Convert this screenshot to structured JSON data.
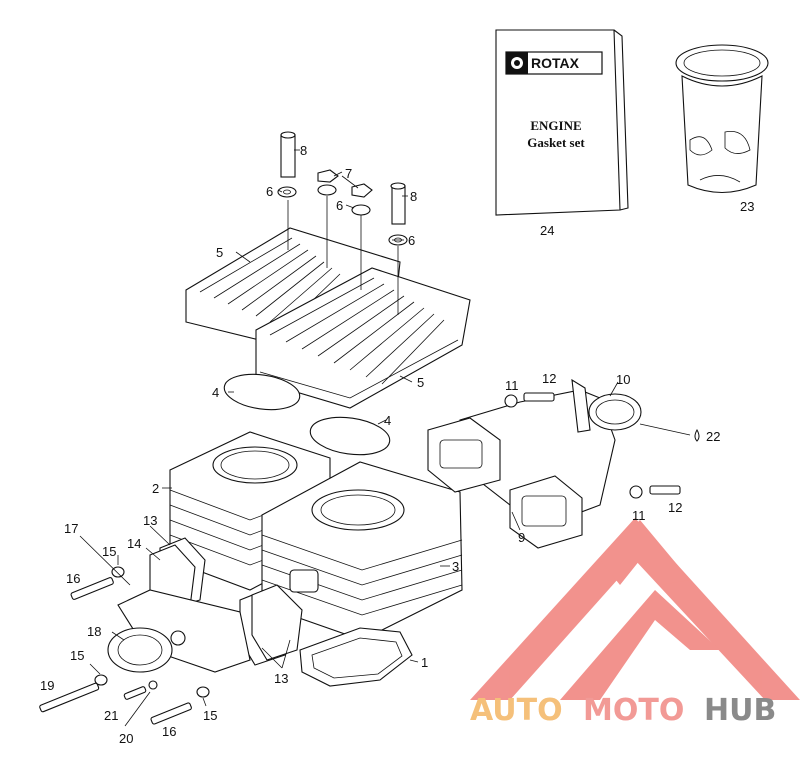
{
  "box": {
    "brand": "ROTAX",
    "title_line1": "ENGINE",
    "title_line2": "Gasket set"
  },
  "callouts": [
    {
      "id": "c1",
      "text": "1"
    },
    {
      "id": "c2",
      "text": "2"
    },
    {
      "id": "c3",
      "text": "3"
    },
    {
      "id": "c4a",
      "text": "4"
    },
    {
      "id": "c4b",
      "text": "4"
    },
    {
      "id": "c5a",
      "text": "5"
    },
    {
      "id": "c5b",
      "text": "5"
    },
    {
      "id": "c6a",
      "text": "6"
    },
    {
      "id": "c6b",
      "text": "6"
    },
    {
      "id": "c6c",
      "text": "6"
    },
    {
      "id": "c7",
      "text": "7"
    },
    {
      "id": "c8a",
      "text": "8"
    },
    {
      "id": "c8b",
      "text": "8"
    },
    {
      "id": "c9",
      "text": "9"
    },
    {
      "id": "c10",
      "text": "10"
    },
    {
      "id": "c11a",
      "text": "11"
    },
    {
      "id": "c11b",
      "text": "11"
    },
    {
      "id": "c12a",
      "text": "12"
    },
    {
      "id": "c12b",
      "text": "12"
    },
    {
      "id": "c13a",
      "text": "13"
    },
    {
      "id": "c13b",
      "text": "13"
    },
    {
      "id": "c14",
      "text": "14"
    },
    {
      "id": "c15a",
      "text": "15"
    },
    {
      "id": "c15b",
      "text": "15"
    },
    {
      "id": "c15c",
      "text": "15"
    },
    {
      "id": "c16a",
      "text": "16"
    },
    {
      "id": "c16b",
      "text": "16"
    },
    {
      "id": "c17",
      "text": "17"
    },
    {
      "id": "c18",
      "text": "18"
    },
    {
      "id": "c19",
      "text": "19"
    },
    {
      "id": "c20",
      "text": "20"
    },
    {
      "id": "c21",
      "text": "21"
    },
    {
      "id": "c22",
      "text": "22"
    },
    {
      "id": "c23",
      "text": "23"
    },
    {
      "id": "c24",
      "text": "24"
    }
  ],
  "watermark": {
    "part1": "AUTO",
    "part2": "MOTO",
    "part3": "HUB",
    "color1": "#f5c07a",
    "color2": "#f29a96",
    "color3": "#8a8a8a",
    "logo_color": "#f07f7a"
  }
}
